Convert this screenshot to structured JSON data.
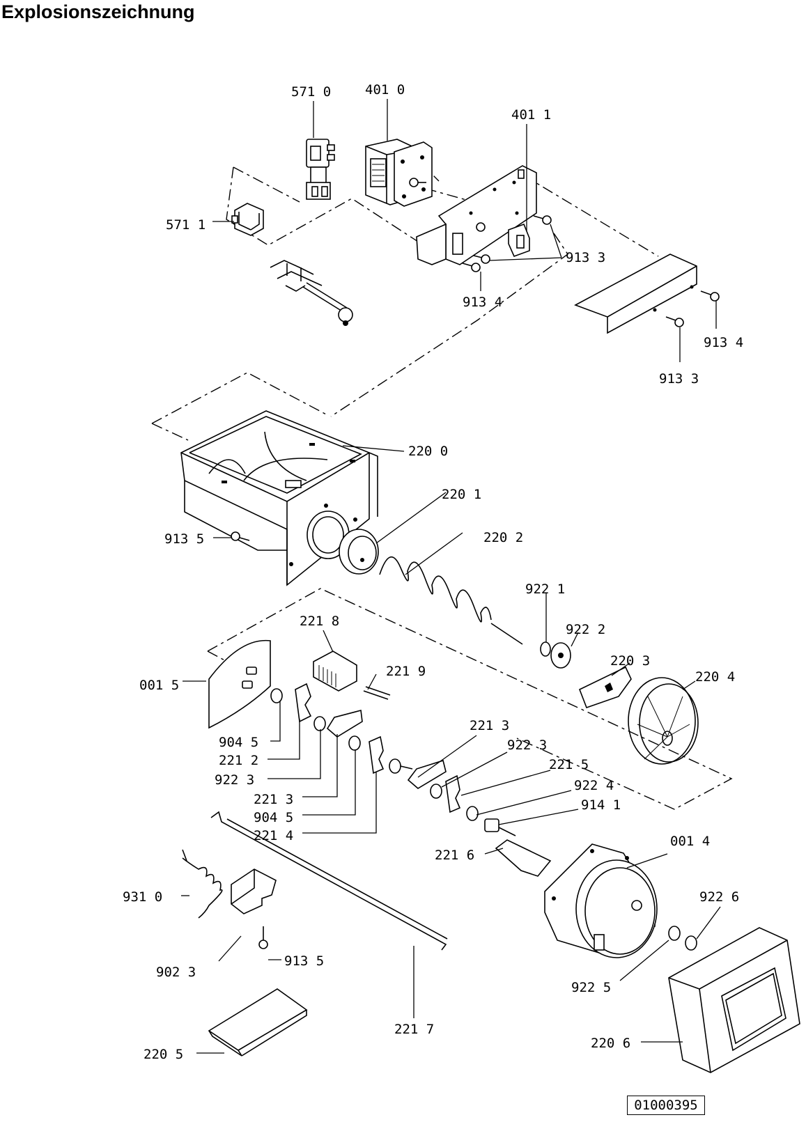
{
  "title": "Explosionszeichnung",
  "drawing_number": "01000395",
  "part_labels": {
    "p5710": "571 0",
    "p4010": "401 0",
    "p4011": "401 1",
    "p5711": "571 1",
    "p9133_top": "913 3",
    "p9134_top": "913 4",
    "p9134_right": "913 4",
    "p9133_right": "913 3",
    "p2200": "220 0",
    "p2201": "220 1",
    "p2202": "220 2",
    "p9135_left": "913 5",
    "p9221": "922 1",
    "p9222": "922 2",
    "p2218": "221 8",
    "p2203": "220 3",
    "p2204": "220 4",
    "p2219": "221 9",
    "p0015": "001 5",
    "p2213_top": "221 3",
    "p9223_top": "922 3",
    "p9045_top": "904 5",
    "p2212": "221 2",
    "p2215": "221 5",
    "p9223_left": "922 3",
    "p9224": "922 4",
    "p2213_left": "221 3",
    "p9141": "914 1",
    "p9045_left": "904 5",
    "p2214": "221 4",
    "p0014": "001 4",
    "p2216": "221 6",
    "p9310": "931 0",
    "p9226": "922 6",
    "p9135_bottom": "913 5",
    "p9023": "902 3",
    "p9225": "922 5",
    "p2217": "221 7",
    "p2206": "220 6",
    "p2205": "220 5"
  }
}
